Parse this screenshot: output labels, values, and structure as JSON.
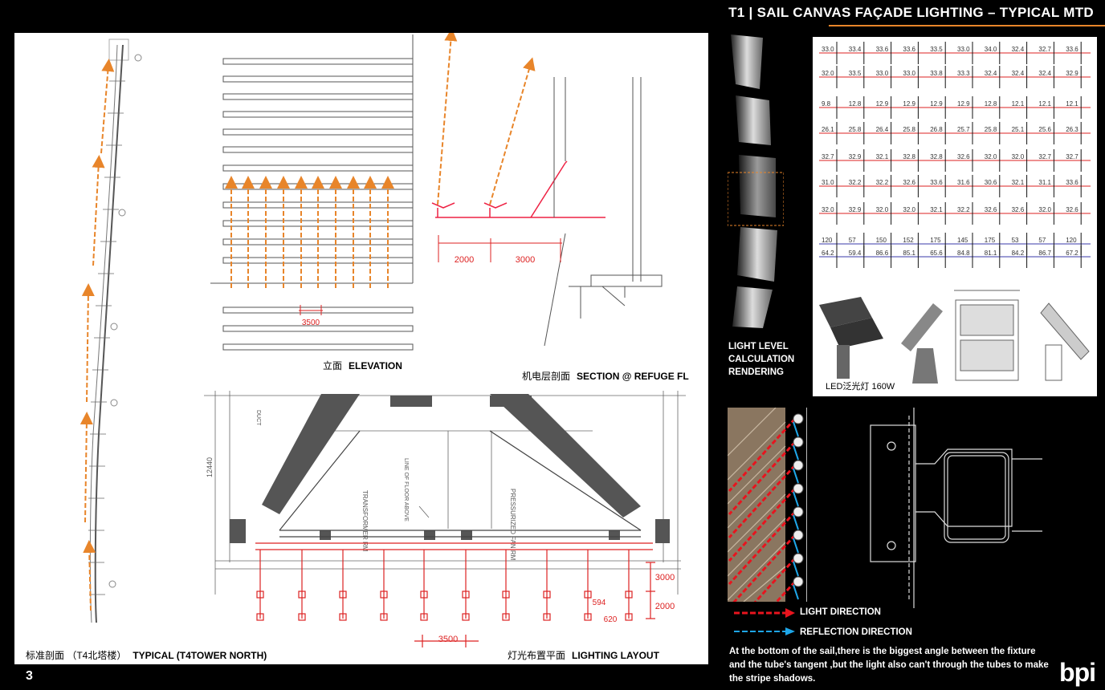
{
  "header": {
    "title": "T1 | SAIL CANVAS FAÇADE LIGHTING – TYPICAL MTD"
  },
  "page_number": "3",
  "logo": "bpi",
  "drawings": {
    "elevation": {
      "label_cn": "立面",
      "label_en": "ELEVATION",
      "dimension": "3500"
    },
    "section": {
      "label_cn": "机电层剖面",
      "label_en": "SECTION @ REFUGE FL",
      "dims": [
        "2000",
        "3000"
      ]
    },
    "typical": {
      "label_cn": "标准剖面 （T4北塔楼）",
      "label_en": "TYPICAL (T4TOWER NORTH)"
    },
    "layout": {
      "label_cn": "灯光布置平面",
      "label_en": "LIGHTING LAYOUT",
      "dims": [
        "3000",
        "2000",
        "594",
        "620",
        "3500",
        "12440"
      ],
      "room_labels": [
        "TRANSFORMER RM",
        "PRESSURIZED FAN RM",
        "LINE OF FLOOR ABOVE",
        "DUCT"
      ]
    }
  },
  "rendering": {
    "label": [
      "LIGHT LEVEL",
      "CALCULATION",
      "RENDERING"
    ]
  },
  "calc_grid": {
    "rows": [
      [
        "33.0",
        "33.4",
        "33.6",
        "33.6",
        "33.5",
        "33.0",
        "34.0",
        "32.4",
        "32.7",
        "33.6"
      ],
      [
        "32.0",
        "33.5",
        "33.0",
        "33.0",
        "33.8",
        "33.3",
        "32.4",
        "32.4",
        "32.4",
        "32.9"
      ],
      [
        "9.8",
        "12.8",
        "12.9",
        "12.9",
        "12.9",
        "12.9",
        "12.8",
        "12.1",
        "12.1",
        "12.1"
      ],
      [
        "26.1",
        "25.8",
        "26.4",
        "25.8",
        "26.8",
        "25.7",
        "25.8",
        "25.1",
        "25.6",
        "26.3"
      ],
      [
        "32.7",
        "32.9",
        "32.1",
        "32.8",
        "32.8",
        "32.6",
        "32.0",
        "32.0",
        "32.7",
        "32.7"
      ],
      [
        "31.0",
        "32.2",
        "32.2",
        "32.6",
        "33.6",
        "31.6",
        "30.6",
        "32.1",
        "31.1",
        "33.6"
      ],
      [
        "32.0",
        "32.9",
        "32.0",
        "32.0",
        "32.1",
        "32.2",
        "32.6",
        "32.6",
        "32.0",
        "32.6"
      ],
      [
        "120",
        "57",
        "150",
        "152",
        "175",
        "145",
        "175",
        "53",
        "57",
        "120"
      ],
      [
        "64.2",
        "59.4",
        "86.6",
        "85.1",
        "65.6",
        "84.8",
        "81.1",
        "84.2",
        "86.7",
        "67.2"
      ]
    ]
  },
  "fixture": {
    "caption": "LED泛光灯 160W"
  },
  "legend": {
    "light": "LIGHT DIRECTION",
    "reflection": "REFLECTION DIRECTION",
    "light_color": "#e8141e",
    "reflection_color": "#1ea6e8"
  },
  "note": "At the bottom of the sail,there is the biggest angle between the fixture and the tube's tangent ,but the light also can't through the tubes to make the  stripe shadows.",
  "colors": {
    "accent": "#e8852a",
    "red": "#e8141e"
  }
}
